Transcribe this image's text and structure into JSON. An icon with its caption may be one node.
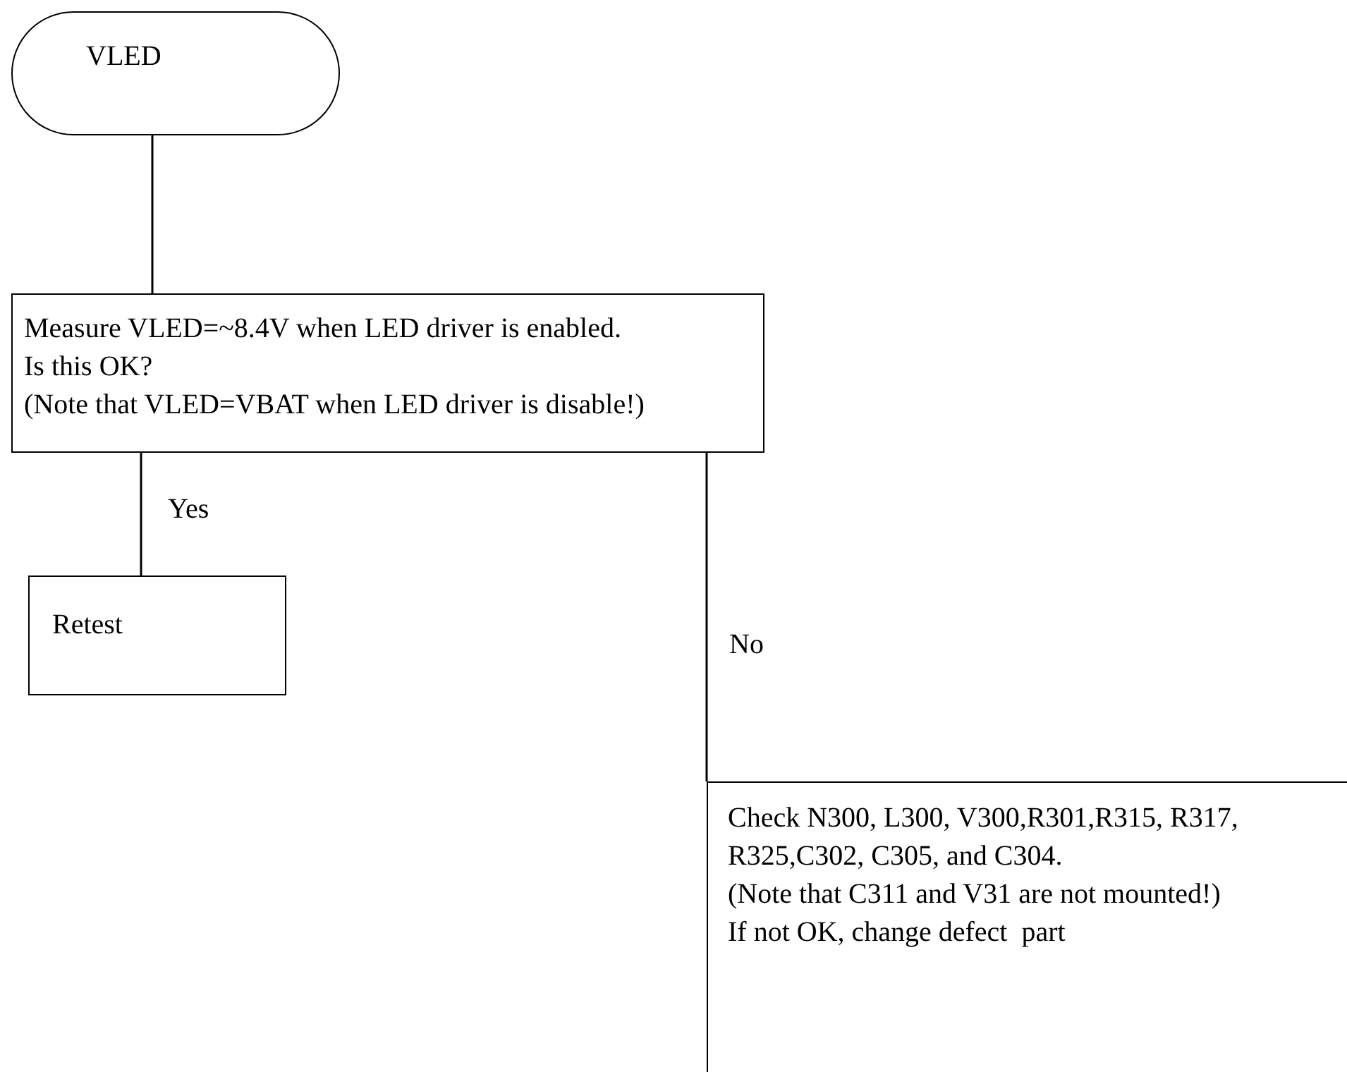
{
  "diagram": {
    "nodes": [
      {
        "text": [
          "VLED"
        ]
      },
      {
        "text": [
          "Measure VLED=~8.4V when LED driver is enabled.",
          "Is this OK?",
          "(Note that VLED=VBAT when LED driver is disable!)"
        ]
      },
      {
        "text": [
          "Retest"
        ]
      },
      {
        "text": [
          "Check N300, L300, V300,R301,R315, R317, R325,C302, C305, and C304.",
          "(Note that C311 and V31 are not mounted!)",
          "If not OK, change defect  part"
        ]
      }
    ],
    "edges": [
      {
        "from": 0,
        "to": 1,
        "arrow": "none"
      },
      {
        "from": 1,
        "to": 2,
        "arrow": "none",
        "label": "Yes"
      },
      {
        "from": 1,
        "to": 3,
        "arrow": "none",
        "label": "No"
      }
    ]
  }
}
